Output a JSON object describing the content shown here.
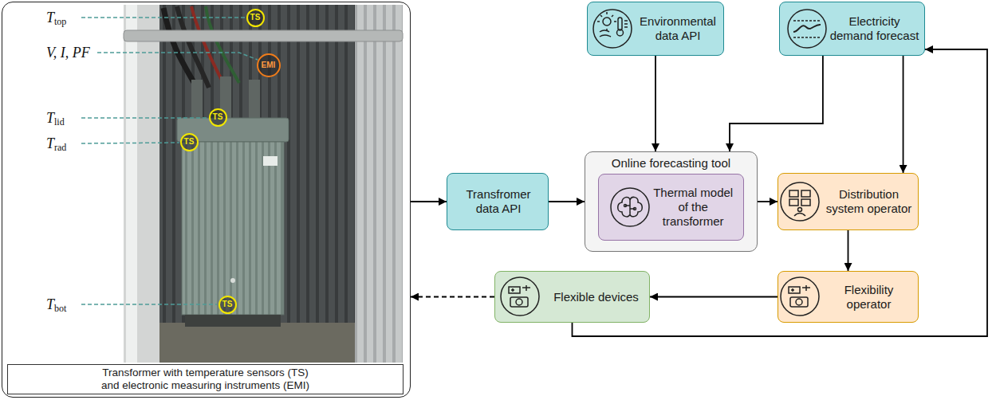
{
  "diagram": {
    "nodes": [
      {
        "text": [
          "Transformer with temperature sensors (TS) and electronic measuring instruments (EMI)"
        ]
      },
      {
        "text": [
          "TS"
        ],
        "in": 0
      },
      {
        "text": [
          "EMI"
        ],
        "in": 0
      },
      {
        "text": [
          "TS"
        ],
        "in": 0
      },
      {
        "text": [
          "TS"
        ],
        "in": 0
      },
      {
        "text": [
          "TS"
        ],
        "in": 0
      },
      {
        "text": [
          "Environmental data API"
        ]
      },
      {
        "text": [
          "Electricity demand forecast"
        ]
      },
      {
        "text": [
          "Transfromer data API"
        ]
      },
      {
        "text": [
          "Online forecasting tool"
        ]
      },
      {
        "text": [
          "Thermal model of the transformer"
        ],
        "in": 9
      },
      {
        "text": [
          "Distribution system operator"
        ]
      },
      {
        "text": [
          "Flexibility operator"
        ]
      },
      {
        "text": [
          "Flexible devices"
        ]
      }
    ],
    "edges": [
      {
        "from": 0,
        "to": 8,
        "arrow": "to"
      },
      {
        "from": 8,
        "to": 9,
        "arrow": "to"
      },
      {
        "from": 6,
        "to": 9,
        "arrow": "to"
      },
      {
        "from": 7,
        "to": 9,
        "arrow": "to"
      },
      {
        "from": 7,
        "to": 11,
        "arrow": "to"
      },
      {
        "from": 9,
        "to": 11,
        "arrow": "to"
      },
      {
        "from": 11,
        "to": 12,
        "arrow": "to"
      },
      {
        "from": 12,
        "to": 13,
        "arrow": "to"
      },
      {
        "from": 13,
        "to": 7,
        "arrow": "to"
      },
      {
        "from": 13,
        "to": 0,
        "arrow": "to"
      }
    ],
    "labels": [
      "Ttop",
      "V, I, PF",
      "Tlid",
      "Trad",
      "Tbot"
    ]
  }
}
